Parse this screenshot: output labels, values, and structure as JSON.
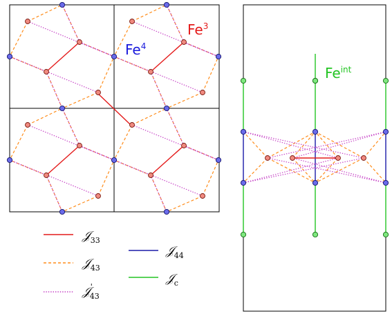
{
  "labels": {
    "fe4": {
      "base": "Fe",
      "sup": "4",
      "color": "#1a1adc"
    },
    "fe3": {
      "base": "Fe",
      "sup": "3",
      "color": "#e41a1a"
    },
    "feint": {
      "base": "Fe",
      "sup": "int",
      "color": "#22c422"
    }
  },
  "legend": [
    {
      "id": "j33",
      "symbol": "𝒥",
      "sub": "33",
      "color": "#e41a1a",
      "style": "solid"
    },
    {
      "id": "j43",
      "symbol": "𝒥",
      "sub": "43",
      "color": "#ff8c1a",
      "style": "dashed"
    },
    {
      "id": "j43p",
      "symbol": "𝒥",
      "sub": "43",
      "prime": "'",
      "color": "#c43cc4",
      "style": "dotted"
    },
    {
      "id": "j44",
      "symbol": "𝒥",
      "sub": "44",
      "color": "#1a1aa8",
      "style": "solid"
    },
    {
      "id": "jc",
      "symbol": "𝒥",
      "sub": "c",
      "color": "#22c422",
      "style": "solid"
    }
  ],
  "colors": {
    "j33": "#e41a1a",
    "j43": "#ff8c1a",
    "j43p": "#c43cc4",
    "j44": "#1a1aa8",
    "jc": "#22c422",
    "fe3_node": "#f08a80",
    "fe4_node": "#6b6bea",
    "feint_node": "#7fe87f"
  }
}
